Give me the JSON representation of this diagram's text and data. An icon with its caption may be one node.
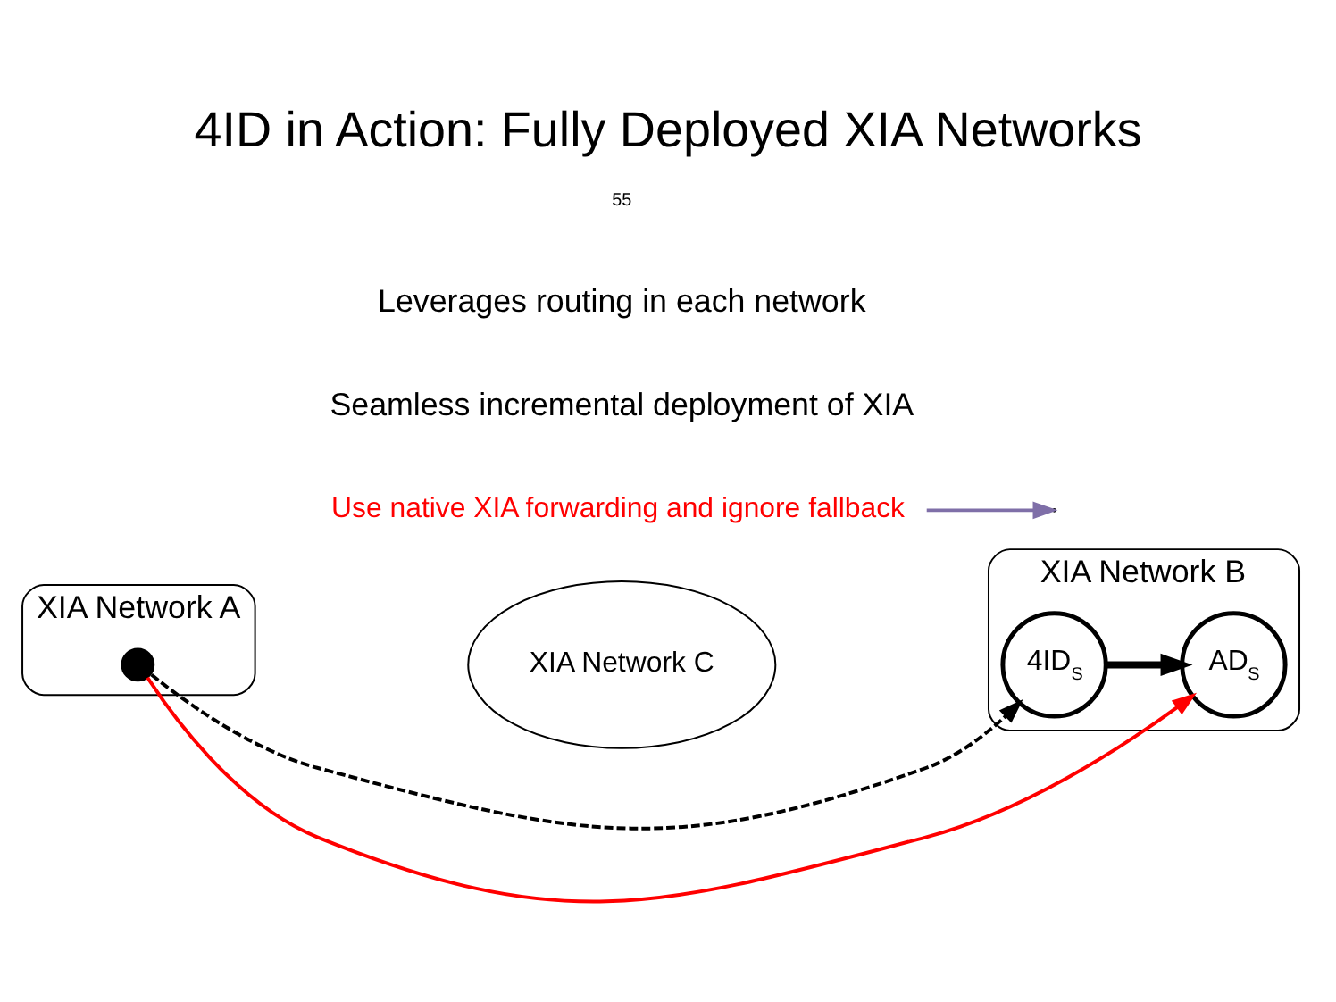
{
  "diagram": {
    "title": "4ID in Action: Fully Deployed XIA Networks",
    "nodes": [
      {
        "text": [
          "XIA Network A"
        ]
      },
      {
        "text": [
          "XIA Network C"
        ]
      },
      {
        "text": [
          "XIA Network B"
        ]
      },
      {
        "text": [],
        "shape": "circle",
        "in": 0
      },
      {
        "text": [
          "AD$_{S}$"
        ],
        "in": 2
      },
      {
        "text": [
          "4ID$_{S}$"
        ],
        "in": 2
      },
      {
        "text": [
          "Use native XIA forwarding and ignore fallback"
        ]
      }
    ],
    "edges": [
      {
        "from": 3,
        "to": 4,
        "arrow": "to",
        "color": "#ff0000"
      },
      {
        "from": 3,
        "to": 5,
        "arrow": "to",
        "style": "dashed"
      },
      {
        "from": 5,
        "to": 4,
        "arrow": "to",
        "style": "thick"
      },
      {
        "from": 6,
        "to": null,
        "arrow": "to",
        "color": "#7f6fa8"
      }
    ],
    "labels": [
      "Seamless incremental deployment of XIA",
      "Leverages routing in each network",
      "55"
    ]
  }
}
